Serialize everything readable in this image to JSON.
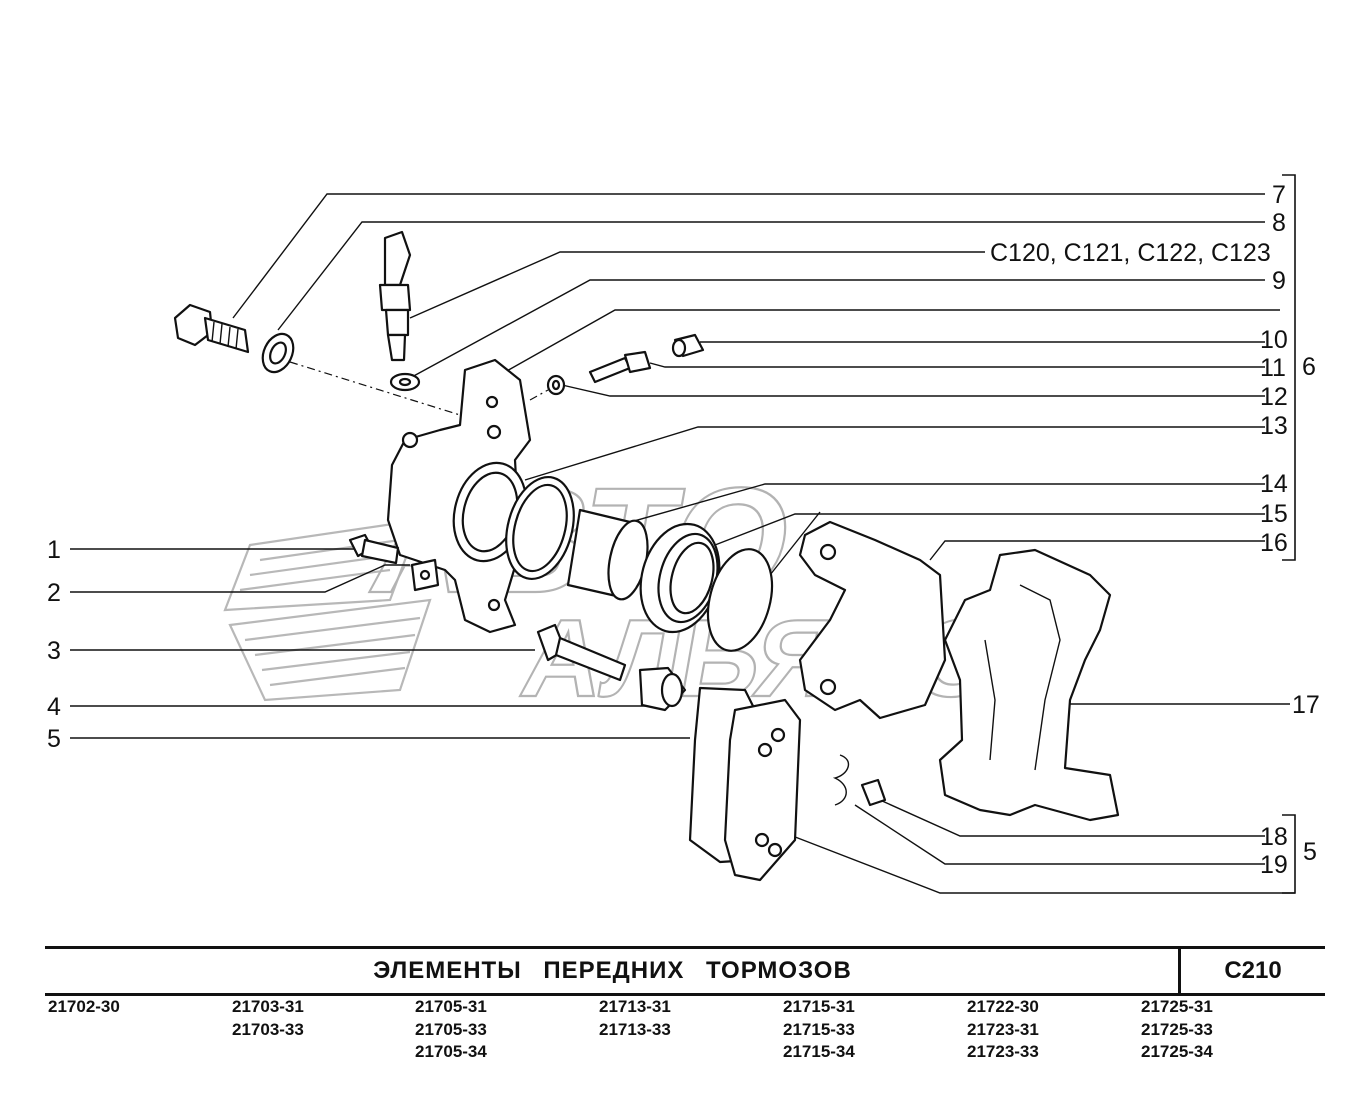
{
  "labels": {
    "l1": "1",
    "l2": "2",
    "l3": "3",
    "l4": "4",
    "l5": "5",
    "l7": "7",
    "l8": "8",
    "lref": "C120, C121, C122, C123",
    "l9": "9",
    "l10": "10",
    "l11": "11",
    "l12": "12",
    "l13": "13",
    "l14": "14",
    "l15": "15",
    "l16": "16",
    "l6": "6",
    "l17": "17",
    "l18": "18",
    "l19": "19",
    "l5b": "5"
  },
  "watermark": {
    "line1": "АВТО",
    "line2": "АЛЬЯНС"
  },
  "footer": {
    "title": "ЭЛЕМЕНТЫ ПЕРЕДНИХ ТОРМОЗОВ",
    "code": "C210"
  },
  "models": [
    [
      "21702-30"
    ],
    [
      "21703-31",
      "21703-33"
    ],
    [
      "21705-31",
      "21705-33",
      "21705-34"
    ],
    [
      "21713-31",
      "21713-33"
    ],
    [
      "21715-31",
      "21715-33",
      "21715-34"
    ],
    [
      "21722-30",
      "21723-31",
      "21723-33"
    ],
    [
      "21725-31",
      "21725-33",
      "21725-34"
    ]
  ],
  "colors": {
    "ink": "#111111",
    "watermark": "#b3b3b3"
  }
}
